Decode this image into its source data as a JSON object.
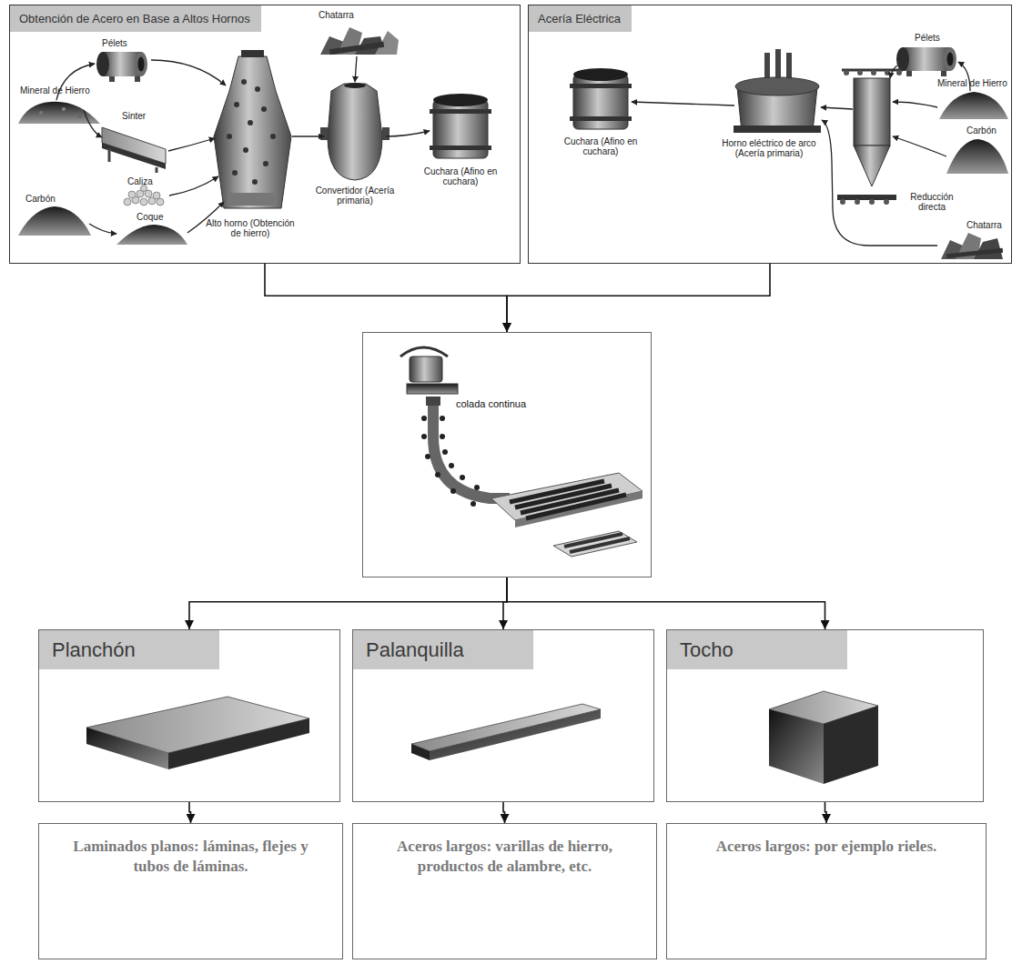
{
  "diagram": {
    "nodes": [
      {
        "text": [
          "Obtención de Acero en Base a Altos Hornos"
        ]
      },
      {
        "text": [
          "Acería Eléctrica"
        ]
      },
      {
        "text": [
          "colada continua"
        ]
      },
      {
        "text": [
          "Planchón"
        ]
      },
      {
        "text": [
          "Palanquilla"
        ]
      },
      {
        "text": [
          "Tocho"
        ]
      },
      {
        "text": [
          "Laminados planos: láminas, flejes y tubos de láminas."
        ]
      },
      {
        "text": [
          "Aceros largos: varillas de hierro, productos de alambre, etc."
        ]
      },
      {
        "text": [
          "Aceros largos: por ejemplo rieles."
        ]
      }
    ],
    "edges": [
      {
        "from": 0,
        "to": 2,
        "arrow": "to"
      },
      {
        "from": 1,
        "to": 2,
        "arrow": "to"
      },
      {
        "from": 2,
        "to": 3,
        "arrow": "to"
      },
      {
        "from": 2,
        "to": 4,
        "arrow": "to"
      },
      {
        "from": 2,
        "to": 5,
        "arrow": "to"
      },
      {
        "from": 3,
        "to": 6,
        "arrow": "to"
      },
      {
        "from": 4,
        "to": 7,
        "arrow": "to"
      },
      {
        "from": 5,
        "to": 8,
        "arrow": "to"
      }
    ],
    "labels": [
      "Pélets",
      "Mineral de Hierro",
      "Sinter",
      "Caliza",
      "Carbón",
      "Coque",
      "Chatarra",
      "Alto horno (Obtención de hierro)",
      "Convertidor (Acería primaria)",
      "Cuchara (Afino en cuchara)",
      "Pélets",
      "Mineral de Hierro",
      "Carbón",
      "Reducción directa",
      "Chatarra",
      "Horno eléctrico de arco (Acería primaria)",
      "Cuchara (Afino en cuchara)"
    ]
  }
}
